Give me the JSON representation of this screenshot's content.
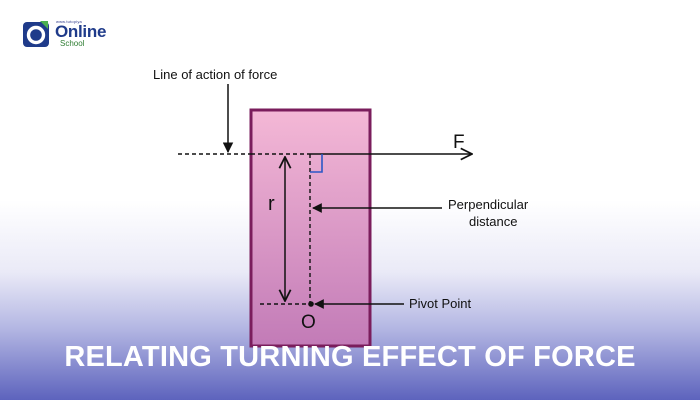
{
  "logo": {
    "tagline": "www.tutopiya",
    "word": "Online",
    "sub": "School",
    "brand_color": "#1f3b8a"
  },
  "diagram": {
    "line_of_action_label": "Line of action of force",
    "force_label": "F",
    "r_label": "r",
    "perpendicular_label_line1": "Perpendicular",
    "perpendicular_label_line2": "distance",
    "pivot_label": "Pivot Point",
    "origin_label": "O",
    "bar_color_top": "#f4b8d6",
    "bar_color_bottom": "#c878b4",
    "bar_border_color": "#7a1d5c",
    "right_angle_color": "#2b57c7"
  },
  "banner": {
    "title": "RELATING TURNING EFFECT OF FORCE"
  }
}
